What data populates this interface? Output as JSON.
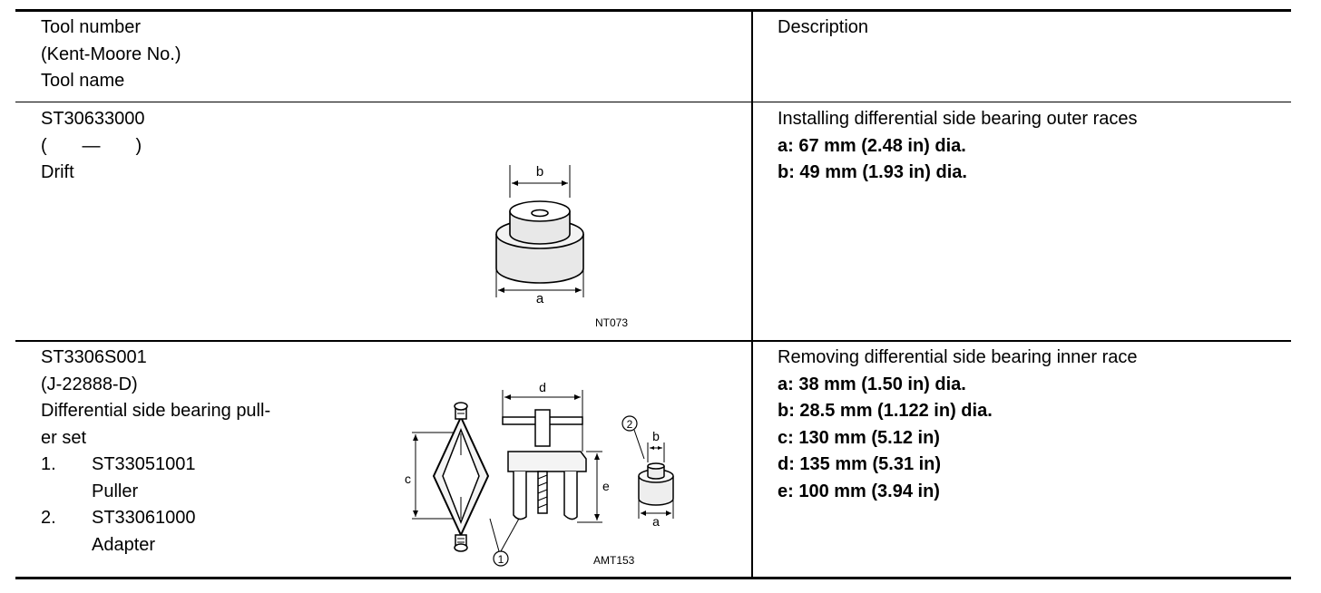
{
  "header": {
    "left": [
      "Tool number",
      "(Kent-Moore No.)",
      "Tool name"
    ],
    "right": "Description"
  },
  "rows": [
    {
      "tool_lines": [
        "ST30633000",
        "(       —       )",
        "Drift"
      ],
      "figure": {
        "code": "NT073",
        "labels": {
          "a": "a",
          "b": "b"
        }
      },
      "description": {
        "title": "Installing differential side bearing outer races",
        "specs": [
          "a: 67 mm (2.48 in) dia.",
          "b: 49 mm (1.93 in) dia."
        ]
      }
    },
    {
      "tool_lines": [
        "ST3306S001",
        "(J-22888-D)",
        "Differential side bearing pull-",
        "er set"
      ],
      "parts": [
        {
          "num": "1.",
          "part_no": "ST33051001",
          "name": "Puller"
        },
        {
          "num": "2.",
          "part_no": "ST33061000",
          "name": "Adapter"
        }
      ],
      "figure": {
        "code": "AMT153",
        "labels": {
          "a": "a",
          "b": "b",
          "c": "c",
          "d": "d",
          "e": "e"
        },
        "callouts": [
          "1",
          "2"
        ]
      },
      "description": {
        "title": "Removing differential side bearing inner race",
        "specs": [
          "a: 38 mm (1.50 in) dia.",
          "b: 28.5 mm (1.122 in) dia.",
          "c: 130 mm (5.12 in)",
          "d: 135 mm (5.31 in)",
          "e: 100 mm (3.94 in)"
        ]
      }
    }
  ]
}
